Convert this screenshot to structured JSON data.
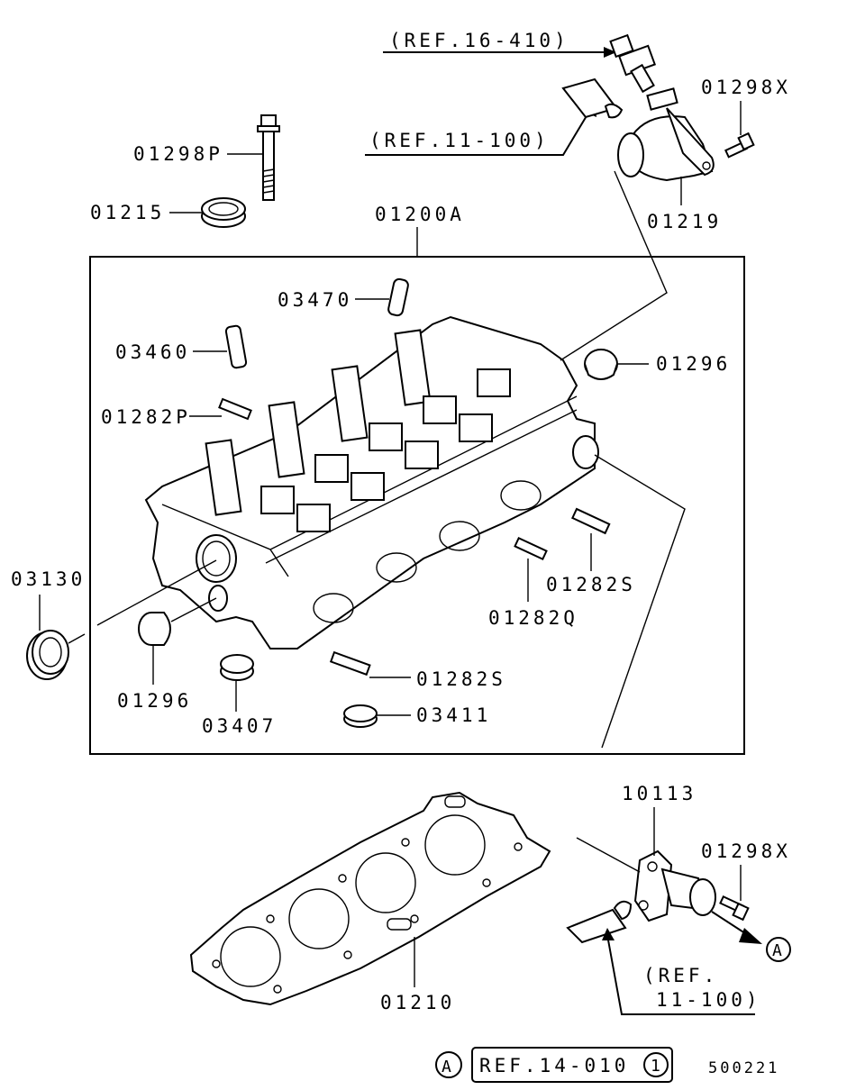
{
  "labels": {
    "ref_16_410": "(REF.16-410)",
    "ref_11_100_top": "(REF.11-100)",
    "p01298x_top": "01298X",
    "p01298p": "01298P",
    "p01215": "01215",
    "p01219": "01219",
    "p01200a": "01200A",
    "p03470": "03470",
    "p03460": "03460",
    "p01296_right": "01296",
    "p01282p": "01282P",
    "p03130": "03130",
    "p01282s_upper": "01282S",
    "p01282q": "01282Q",
    "p01296_left": "01296",
    "p01282s_lower": "01282S",
    "p03407": "03407",
    "p03411": "03411",
    "p10113": "10113",
    "p01298x_bottom": "01298X",
    "circle_a_small": "A",
    "ref_11_100_bottom_line1": "(REF.",
    "ref_11_100_bottom_line2": "11-100)",
    "p01210": "01210",
    "footer_a": "A",
    "footer_ref": "REF.14-010",
    "footer_ref_num": "1",
    "diagram_code": "500221"
  }
}
